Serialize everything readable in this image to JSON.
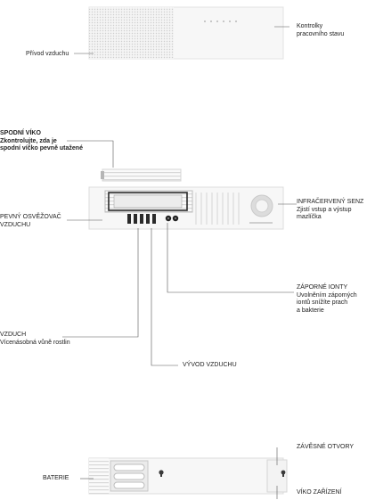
{
  "top": {
    "kontrolky_line1": "Kontrolky",
    "kontrolky_line2": "pracovního stavu",
    "privod": "Přívod vzduchu"
  },
  "mid": {
    "spodni_title": "SPODNÍ VÍKO",
    "spodni_line2": "Zkontrolujte, zda je",
    "spodni_line3": "spodní víčko pevně utažené",
    "osvezovac_line1": "PEVNÝ OSVĚŽOVAČ",
    "osvezovac_line2": "VZDUCHU",
    "ir_title": "INFRAČERVENÝ SENZ",
    "ir_line2": "Zjistí vstup a výstup",
    "ir_line3": "mazlíčka",
    "ionty_title": "ZÁPORNÉ IONTY",
    "ionty_line2": "Uvolněním záporných",
    "ionty_line3": "iontů snížíte prach",
    "ionty_line4": "a bakterie",
    "vzduch_title": "VZDUCH",
    "vzduch_line2": "Vícenásobná vůně rostlin",
    "vyvod": "VÝVOD VZDUCHU"
  },
  "bottom": {
    "zavesne": "ZÁVĚSNÉ OTVORY",
    "baterie": "BATERIE",
    "viko": "VÍKO ZAŘÍZENÍ"
  }
}
